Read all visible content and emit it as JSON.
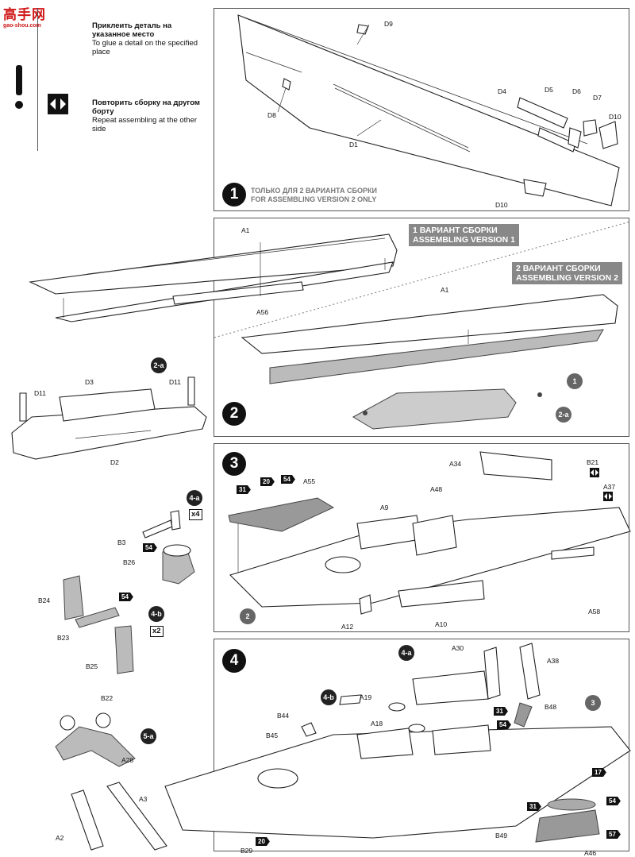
{
  "watermark": {
    "brand": "高手网",
    "url": "gao-shou.com"
  },
  "legend": {
    "glue": {
      "ru": "Приклеить деталь на указанное место",
      "en": "To glue a detail on the specified place"
    },
    "repeat": {
      "ru": "Повторить сборку на другом борту",
      "en": "Repeat assembling at the other side"
    }
  },
  "step1": {
    "num": "1",
    "note_ru": "ТОЛЬКО ДЛЯ 2 ВАРИАНТА СБОРКИ",
    "note_en": "FOR ASSEMBLING VERSION 2 ONLY",
    "labels": {
      "d1": "D1",
      "d4": "D4",
      "d5": "D5",
      "d6": "D6",
      "d7": "D7",
      "d8": "D8",
      "d9": "D9",
      "d10a": "D10",
      "d10b": "D10"
    }
  },
  "step2": {
    "num": "2",
    "v1_ru": "1 ВАРИАНТ СБОРКИ",
    "v1_en": "ASSEMBLING VERSION 1",
    "v2_ru": "2 ВАРИАНТ СБОРКИ",
    "v2_en": "ASSEMBLING VERSION 2",
    "labels": {
      "a1a": "A1",
      "a56": "A56",
      "a1b": "A1"
    },
    "ref1": "1",
    "ref2a": "2-a"
  },
  "sub2a": {
    "num": "2-a",
    "labels": {
      "d11a": "D11",
      "d3": "D3",
      "d11b": "D11",
      "d2": "D2"
    }
  },
  "step3": {
    "num": "3",
    "labels": {
      "a34": "A34",
      "b21": "B21",
      "a48": "A48",
      "a37": "A37",
      "a55": "A55",
      "a9": "A9",
      "a58": "A58",
      "a12": "A12",
      "a10": "A10"
    },
    "colors": [
      "31",
      "20",
      "54"
    ],
    "ref2": "2"
  },
  "sub4a": {
    "num": "4-a",
    "mult": "x4",
    "labels": {
      "b3": "B3",
      "b26": "B26"
    },
    "color": "54"
  },
  "sub4b": {
    "num": "4-b",
    "mult": "x2",
    "labels": {
      "b24": "B24",
      "b23": "B23",
      "b25": "B25"
    },
    "color": "54"
  },
  "sub5a": {
    "num": "5-a",
    "labels": {
      "b22": "B22",
      "a28": "A28",
      "a3": "A3",
      "a2": "A2"
    }
  },
  "step4": {
    "num": "4",
    "labels": {
      "a30": "A30",
      "a38": "A38",
      "a19": "A19",
      "b48": "B48",
      "b44": "B44",
      "a18": "A18",
      "b45": "B45",
      "b49": "B49",
      "b29": "B29",
      "a46": "A46"
    },
    "refs": {
      "r4a": "4-a",
      "r4b": "4-b",
      "r3": "3"
    },
    "colors": {
      "c31a": "31",
      "c54a": "54",
      "c17": "17",
      "c54b": "54",
      "c31b": "31",
      "c57": "57",
      "c20": "20"
    }
  },
  "colors": {
    "ink": "#111111",
    "grey_fill": "#bbbbbb",
    "banner": "#888888",
    "accent_red": "#d01818"
  }
}
